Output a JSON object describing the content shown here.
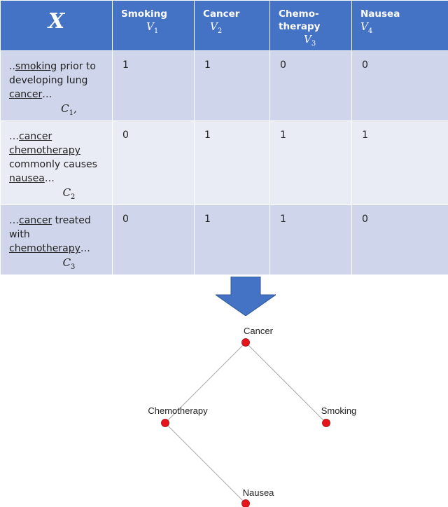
{
  "table": {
    "x_symbol": "X",
    "columns": [
      {
        "name": "Smoking",
        "var": "V",
        "sub": "1"
      },
      {
        "name": "Cancer",
        "var": "V",
        "sub": "2"
      },
      {
        "name": "Chemo-",
        "name2": "therapy",
        "var": "V",
        "sub": "3"
      },
      {
        "name": "Nausea",
        "var": "V",
        "sub": "4"
      }
    ],
    "rows": [
      {
        "doc": {
          "p1": "..",
          "u1": "smoking",
          "p2": " prior to developing lung ",
          "u2": "cancer",
          "p3": "…"
        },
        "cid": "C",
        "csub": "1",
        "csuffix": ",",
        "values": [
          "1",
          "1",
          "0",
          "0"
        ]
      },
      {
        "doc": {
          "p1": "…",
          "u1": "cancer chemotherapy",
          "p2": " commonly causes ",
          "u2": "nausea",
          "p3": "…"
        },
        "cid": "C",
        "csub": "2",
        "csuffix": "",
        "values": [
          "0",
          "1",
          "1",
          "1"
        ]
      },
      {
        "doc": {
          "p1": "…",
          "u1": "cancer",
          "p2": " treated with ",
          "u2": "chemotherapy",
          "p3": "…"
        },
        "cid": "C",
        "csub": "3",
        "csuffix": "",
        "values": [
          "0",
          "1",
          "1",
          "0"
        ]
      }
    ]
  },
  "graph": {
    "nodes": [
      "Cancer",
      "Chemotherapy",
      "Smoking",
      "Nausea"
    ],
    "edges": [
      [
        "Cancer",
        "Chemotherapy"
      ],
      [
        "Cancer",
        "Smoking"
      ],
      [
        "Chemotherapy",
        "Nausea"
      ]
    ]
  },
  "colors": {
    "header": "#4472c4",
    "row_dark": "#cfd5ea",
    "row_light": "#e9ebf5",
    "arrow": "#4472c4",
    "node": "#e8141b",
    "edge": "#aaaaaa"
  }
}
